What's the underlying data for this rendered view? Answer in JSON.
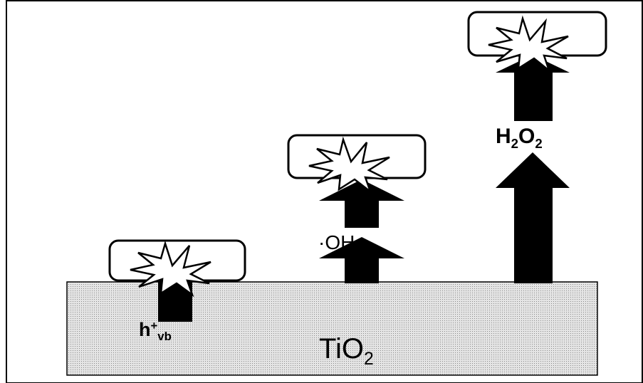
{
  "substrate": {
    "label_main": "TiO",
    "label_sub": "2",
    "fill_color": "#e4e4e4",
    "dot_color": "#8a8a8a"
  },
  "species": [
    {
      "id": "hole",
      "label_main": "h",
      "label_sup": "+",
      "label_sub": "vb"
    },
    {
      "id": "hydroxyl",
      "label_main": "·OH"
    },
    {
      "id": "peroxide",
      "label_main": "H",
      "label_sub1": "2",
      "label_mid": "O",
      "label_sub2": "2"
    }
  ],
  "colors": {
    "arrow": "#000000",
    "box_border": "#000000",
    "burst_fill": "#ffffff",
    "frame": "#000000"
  },
  "icons": [
    "burst-icon",
    "up-arrow-icon"
  ]
}
